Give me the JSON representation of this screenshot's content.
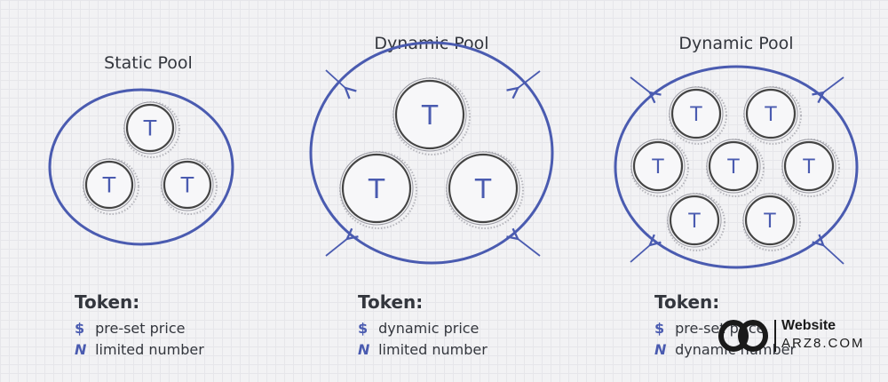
{
  "colors": {
    "pool_stroke": "#4a5bb0",
    "token_stroke": "#444444",
    "text": "#33363d",
    "accent": "#4a5bb0"
  },
  "pools": [
    {
      "title": "Static Pool",
      "token_label": "T",
      "legend": {
        "heading": "Token:",
        "rows": [
          {
            "symbol": "$",
            "text": "pre-set price"
          },
          {
            "symbol": "N",
            "text": "limited number"
          }
        ]
      }
    },
    {
      "title": "Dynamic Pool",
      "token_label": "T",
      "legend": {
        "heading": "Token:",
        "rows": [
          {
            "symbol": "$",
            "text": "dynamic price"
          },
          {
            "symbol": "N",
            "text": "limited number"
          }
        ]
      }
    },
    {
      "title": "Dynamic Pool",
      "token_label": "T",
      "legend": {
        "heading": "Token:",
        "rows": [
          {
            "symbol": "$",
            "text": "pre-set price"
          },
          {
            "symbol": "N",
            "text": "dynamic number"
          }
        ]
      }
    }
  ],
  "watermark": {
    "line1": "Website",
    "line2": "ARZ8.COM"
  }
}
